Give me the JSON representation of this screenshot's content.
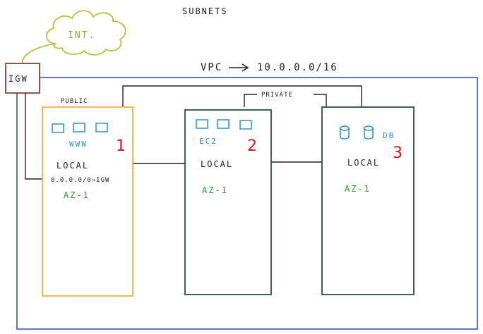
{
  "title": "SUBNETS",
  "internet": {
    "label": "INT."
  },
  "igw": {
    "label": "IGW"
  },
  "vpc": {
    "label": "VPC",
    "cidr": "10.0.0.0/16"
  },
  "private_label": "PRIVATE",
  "subnets": [
    {
      "type_label": "PUBLIC",
      "resource_label": "WWW",
      "number": "1",
      "route_label": "LOCAL",
      "route_extra": "0.0.0.0/0→IGW",
      "az": "AZ-1",
      "resource_kind": "instance"
    },
    {
      "type_label": "",
      "resource_label": "EC2",
      "number": "2",
      "route_label": "LOCAL",
      "route_extra": "",
      "az": "AZ-1",
      "resource_kind": "instance"
    },
    {
      "type_label": "",
      "resource_label": "DB",
      "number": "3",
      "route_label": "LOCAL",
      "route_extra": "",
      "az": "AZ-1",
      "resource_kind": "database"
    }
  ],
  "colors": {
    "vpc_border": "#3b56a6",
    "public_border": "#f2b53a",
    "private_border": "#2f4f3f",
    "igw_border": "#7a2a22",
    "cloud": "#b7c23a",
    "resource": "#2a8fd6",
    "number": "#e0141b",
    "az": "#2f9a3a"
  }
}
